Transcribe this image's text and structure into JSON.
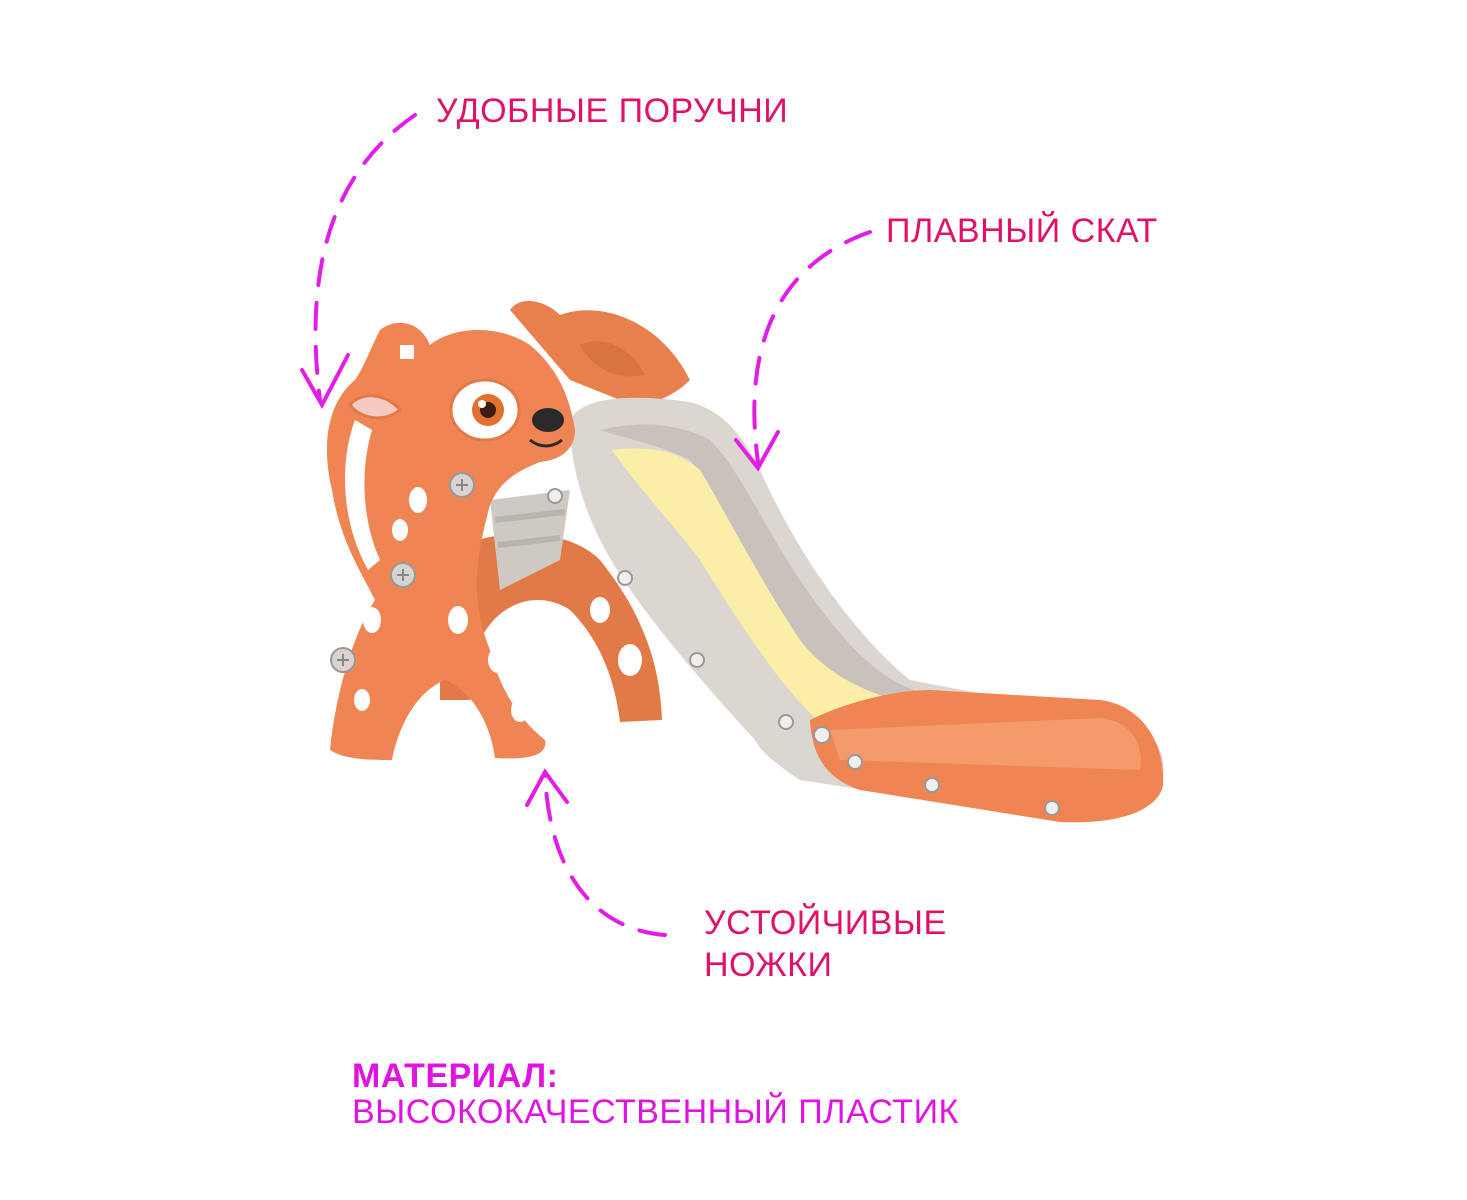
{
  "colors": {
    "label_text": "#e0116a",
    "material_text": "#e014e0",
    "arrow": "#e21ee6",
    "slide_orange": "#ee8552",
    "slide_grey": "#d9d4d0",
    "slide_yellow": "#fbefa8"
  },
  "callouts": {
    "handrails": "УДОБНЫЕ ПОРУЧНИ",
    "slope": "ПЛАВНЫЙ СКАТ",
    "legs_line1": "УСТОЙЧИВЫЕ",
    "legs_line2": "НОЖКИ"
  },
  "material": {
    "label": "МАТЕРИАЛ:",
    "value": "ВЫСОКОКАЧЕСТВЕННЫЙ ПЛАСТИК"
  },
  "icons": {
    "arrows": "dashed-curved-arrow-icon",
    "product": "deer-slide-illustration"
  }
}
